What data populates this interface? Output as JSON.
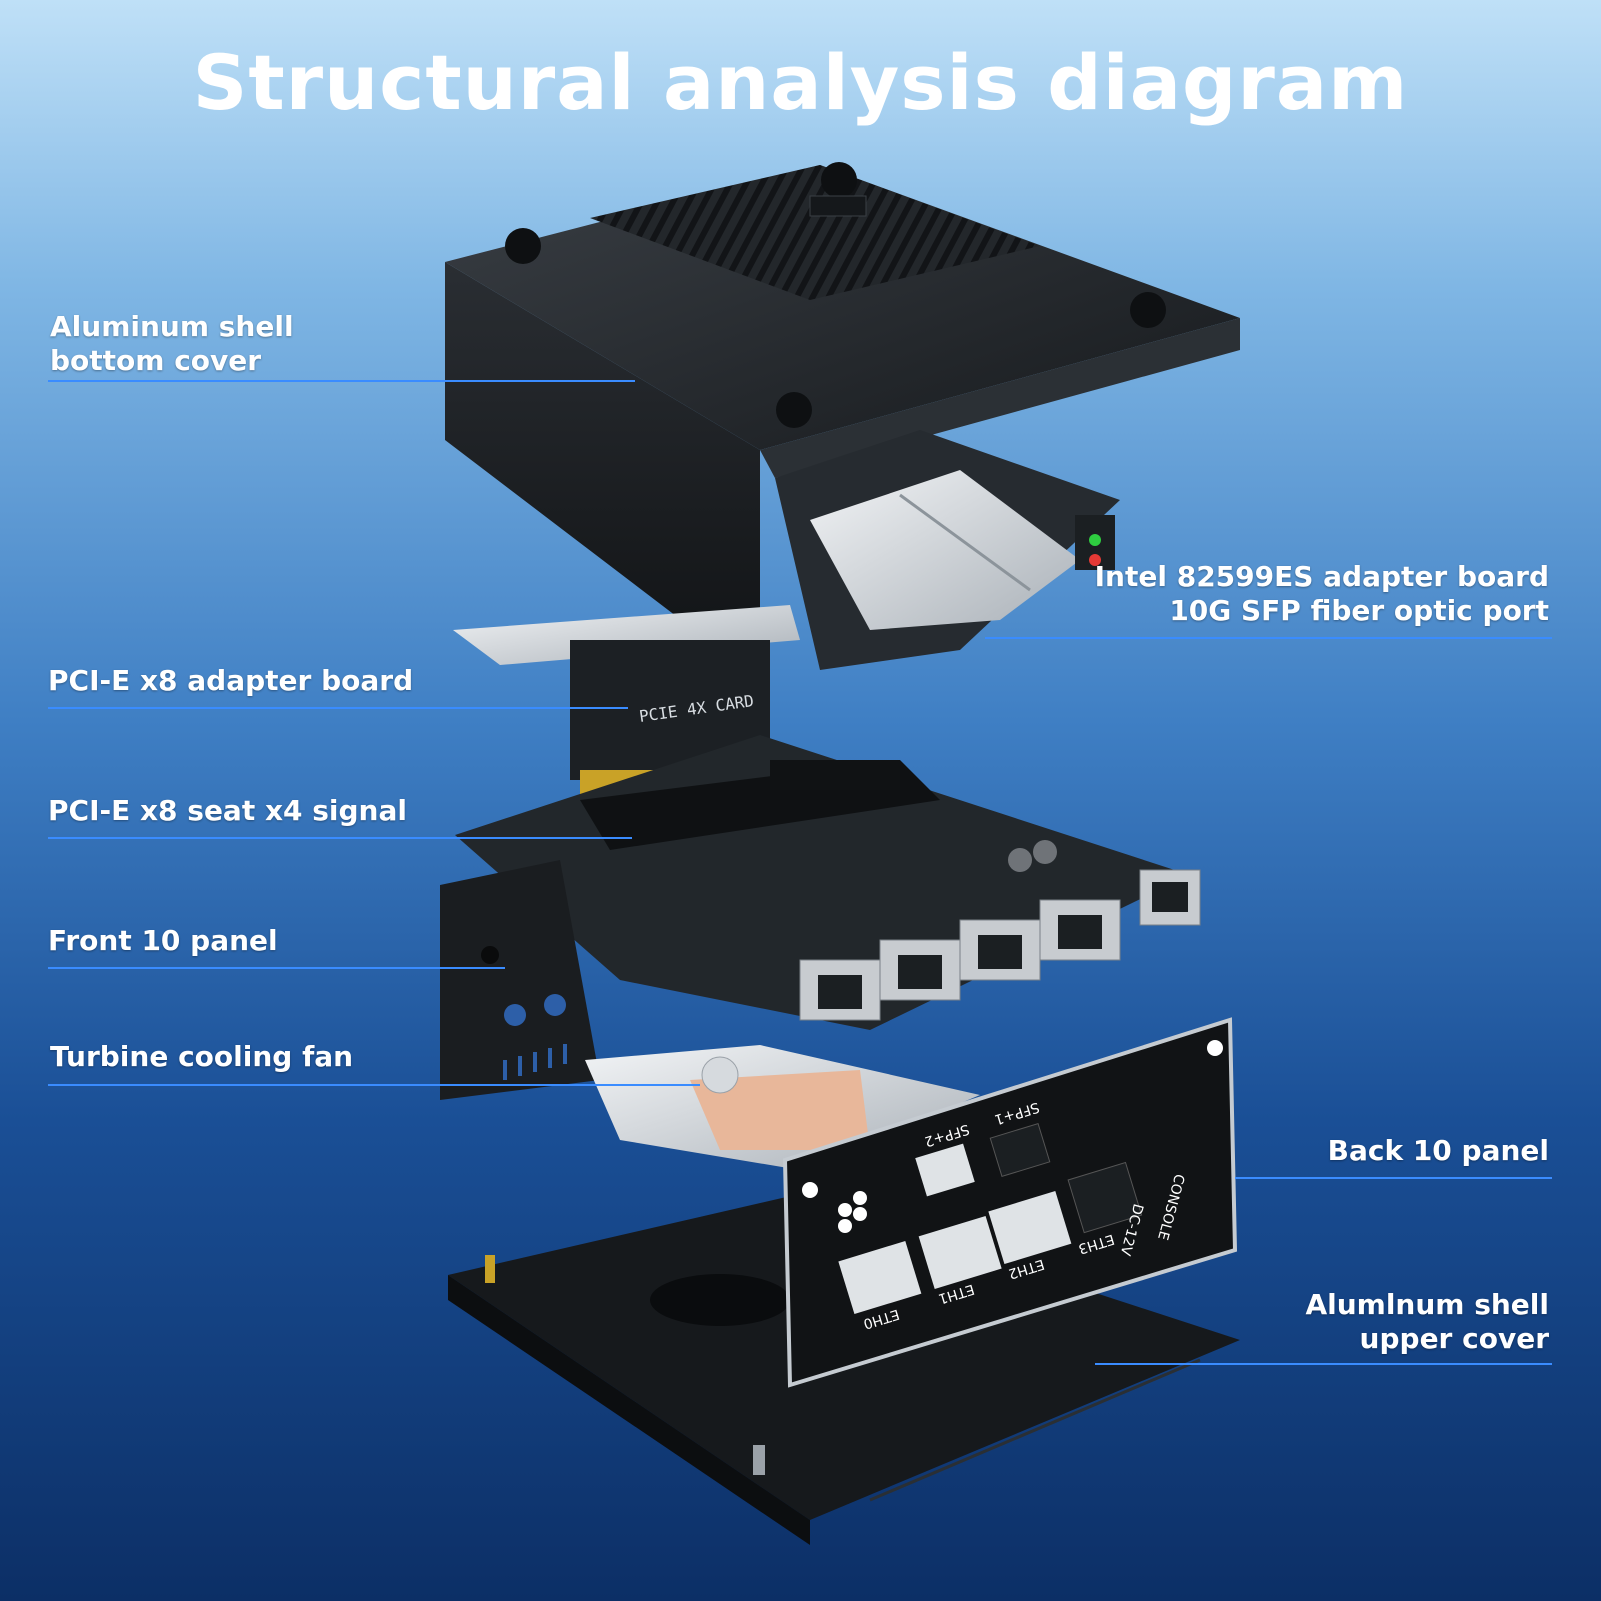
{
  "title": "Structural analysis diagram",
  "labels": {
    "aluminum_shell_bottom_cover": [
      "Aluminum shell",
      "bottom cover"
    ],
    "intel_adapter": [
      "Intel 82599ES adapter board",
      "10G SFP fiber optic port"
    ],
    "pcie_x8_adapter": "PCI-E x8 adapter board",
    "pcie_x8_seat": "PCI-E x8 seat x4 signal",
    "front_panel": "Front 10 panel",
    "turbine_fan": "Turbine cooling fan",
    "back_panel": "Back 10 panel",
    "aluminum_shell_upper_cover": [
      "Alumlnum shell",
      "upper cover"
    ]
  },
  "device_text": {
    "pcie_card": "PCIE 4X CARD",
    "port_sfp2": "SFP+2",
    "port_sfp1": "SFP+1",
    "port_eth0": "ETH0",
    "port_eth1": "ETH1",
    "port_eth2": "ETH2",
    "port_eth3": "ETH3",
    "port_dc": "DC-12V",
    "port_console": "CONSOLE"
  },
  "colors": {
    "callout_line": "#3a8cff",
    "label_text": "#ffffff",
    "metal_dark": "#1e2226",
    "board_dark": "#22272b"
  }
}
